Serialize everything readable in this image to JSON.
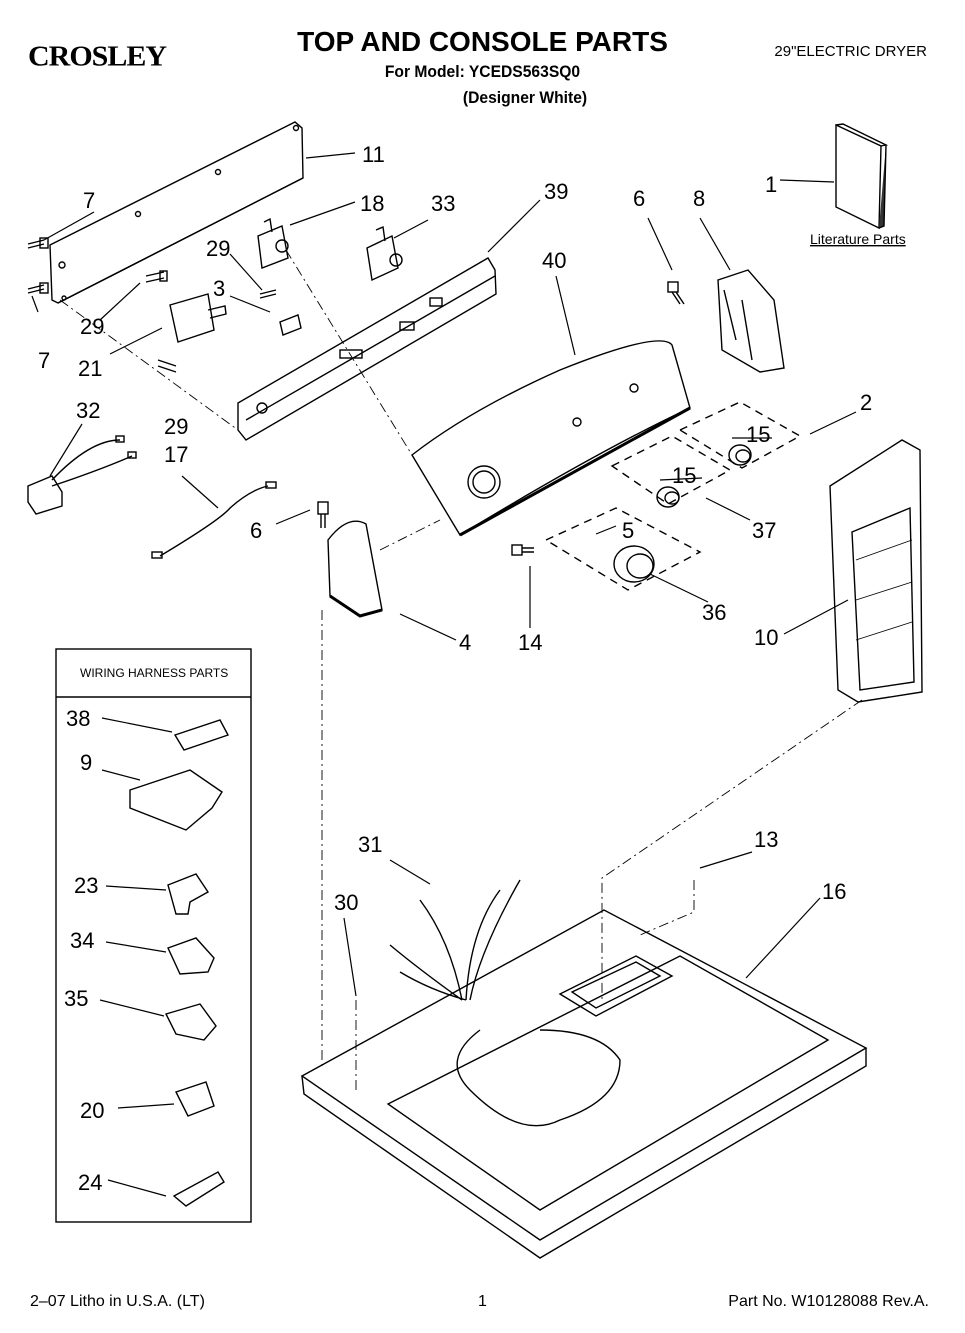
{
  "header": {
    "brand": "CROSLEY",
    "title": "TOP AND CONSOLE PARTS",
    "model_line": "For Model: YCEDS563SQ0",
    "color_line": "(Designer White)",
    "product": "29\"ELECTRIC DRYER"
  },
  "diagram": {
    "literature_label": "Literature Parts",
    "wiring_box_title": "WIRING HARNESS PARTS",
    "callouts": [
      "1",
      "2",
      "3",
      "4",
      "5",
      "6",
      "6",
      "7",
      "7",
      "8",
      "9",
      "10",
      "11",
      "13",
      "14",
      "15",
      "15",
      "16",
      "17",
      "18",
      "20",
      "21",
      "23",
      "24",
      "29",
      "29",
      "29",
      "30",
      "31",
      "32",
      "33",
      "34",
      "35",
      "36",
      "37",
      "38",
      "39",
      "40"
    ]
  },
  "footer": {
    "litho": "2–07 Litho in U.S.A. (LT)",
    "page": "1",
    "part_no": "Part No. W10128088 Rev.A."
  }
}
